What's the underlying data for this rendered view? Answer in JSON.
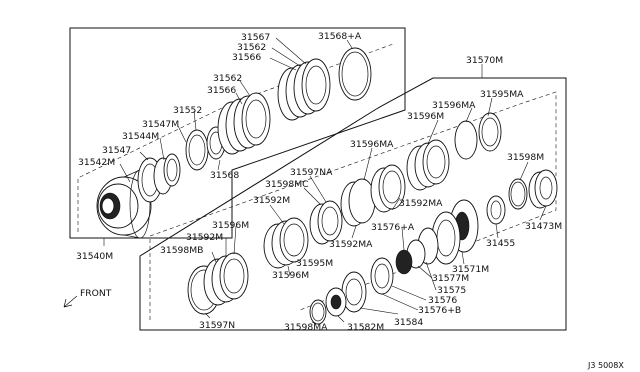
{
  "diagram": {
    "image_code": "J3 5008X",
    "front_label": "FRONT",
    "assembly_left": "31540M",
    "assembly_right": "31570M",
    "left_box_labels": [
      "31567",
      "31562",
      "31566",
      "31568+A",
      "31562",
      "31566",
      "31552",
      "31547M",
      "31544M",
      "31547",
      "31542M",
      "31568"
    ],
    "right_box_labels": [
      "31595MA",
      "31596MA",
      "31596M",
      "31596MA",
      "31597NA",
      "31598MC",
      "31598M",
      "31592MA",
      "31592M",
      "31592MA",
      "31576+A",
      "31473M",
      "31455",
      "31571M",
      "31596M",
      "31592M",
      "31598MB",
      "31595M",
      "31596M",
      "31577M",
      "31575",
      "31576",
      "31576+B",
      "31597N",
      "31598MA",
      "31582M",
      "31584"
    ]
  }
}
